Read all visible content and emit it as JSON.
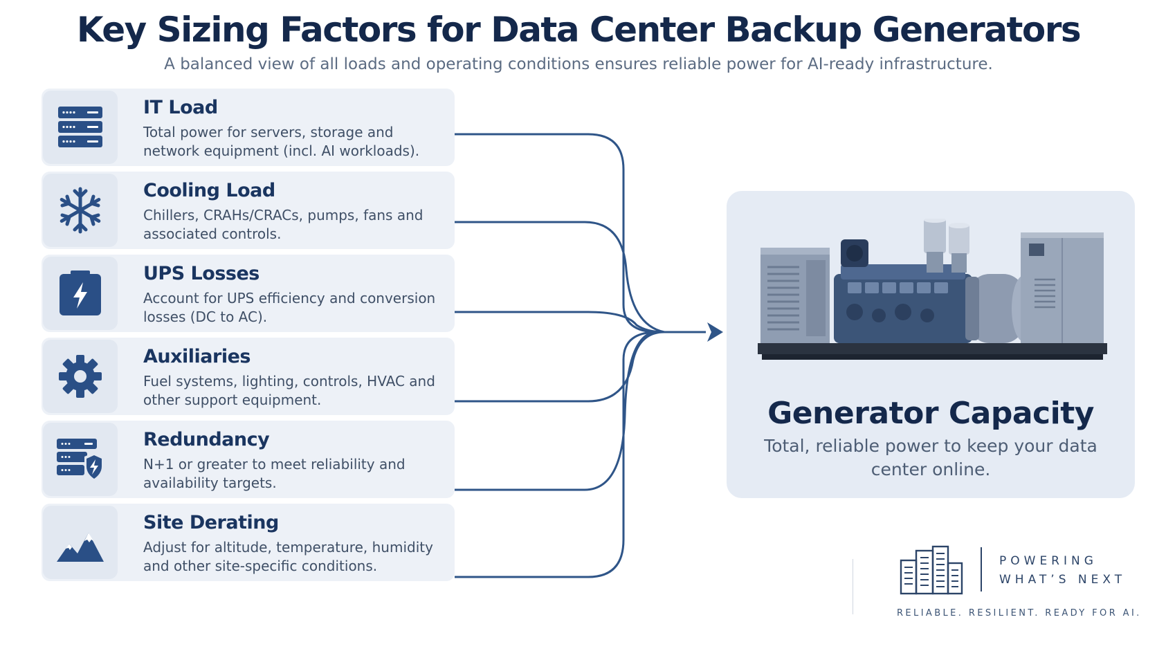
{
  "header": {
    "title": "Key Sizing Factors for Data Center Backup Generators",
    "subtitle": "A balanced view of all loads and operating conditions ensures reliable power for AI-ready infrastructure."
  },
  "factors": [
    {
      "title": "IT Load",
      "desc": "Total power for servers, storage and network equipment (incl. AI workloads).",
      "icon": "server-rack-icon"
    },
    {
      "title": "Cooling Load",
      "desc": "Chillers, CRAHs/CRACs, pumps, fans and associated controls.",
      "icon": "snowflake-icon"
    },
    {
      "title": "UPS Losses",
      "desc": "Account for UPS efficiency and conversion losses (DC to AC).",
      "icon": "battery-bolt-icon"
    },
    {
      "title": "Auxiliaries",
      "desc": "Fuel systems, lighting, controls, HVAC and other support equipment.",
      "icon": "gear-icon"
    },
    {
      "title": "Redundancy",
      "desc": "N+1 or greater to meet reliability and availability targets.",
      "icon": "server-shield-icon"
    },
    {
      "title": "Site Derating",
      "desc": "Adjust for altitude, temperature, humidity and other site-specific conditions.",
      "icon": "mountain-icon"
    }
  ],
  "capacity": {
    "title": "Generator Capacity",
    "desc": "Total, reliable power to keep your data center online.",
    "image": "generator-image"
  },
  "brand": {
    "tagline_line1": "POWERING",
    "tagline_line2": "WHAT’S NEXT",
    "motto": "RELIABLE. RESILIENT. READY FOR AI.",
    "logo": "building-logo"
  },
  "colors": {
    "primary": "#1a3560",
    "connector": "#2f5588",
    "card": "#edf1f7",
    "panel": "#e5ebf4"
  }
}
